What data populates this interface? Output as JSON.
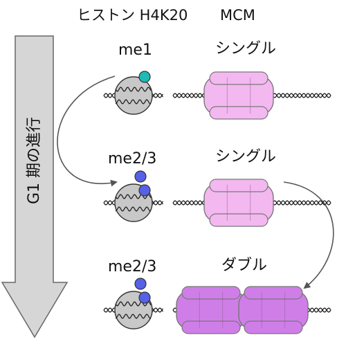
{
  "header": {
    "histone_title": "ヒストン H4K20",
    "mcm_title": "MCM"
  },
  "phase_arrow": {
    "label": "G1 期の進行"
  },
  "rows": [
    {
      "mark_label": "me1",
      "mcm_state": "シングル",
      "methyl_groups": 1,
      "methyl_color": "#1fb9b6"
    },
    {
      "mark_label": "me2/3",
      "mcm_state": "シングル",
      "methyl_groups": 2,
      "methyl_color": "#5561e6"
    },
    {
      "mark_label": "me2/3",
      "mcm_state": "ダブル",
      "methyl_groups": 2,
      "methyl_color": "#5561e6"
    }
  ],
  "colors": {
    "nucleosome": "#c8c8c8",
    "mcm_single": "#f3b8f0",
    "mcm_double": "#cf7ee8",
    "arrow_fill": "#d6d6d6"
  }
}
